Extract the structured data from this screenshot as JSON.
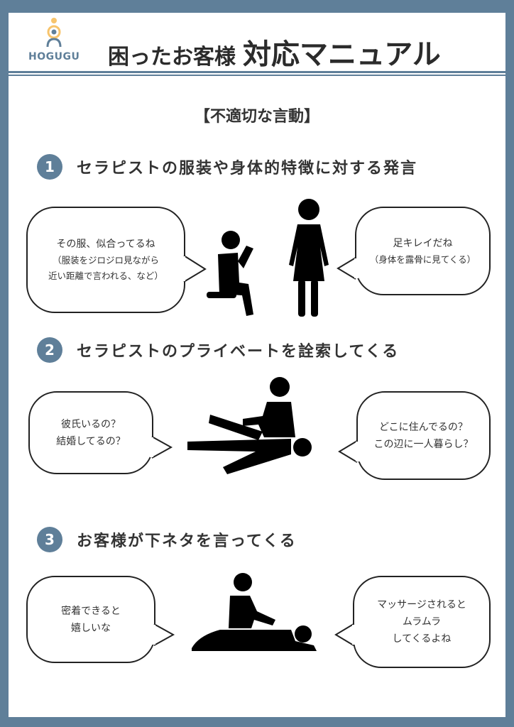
{
  "header": {
    "logo_text": "HOGUGU",
    "title_prefix": "困ったお客様",
    "title_main": "対応マニュアル"
  },
  "category": "【不適切な言動】",
  "sections": [
    {
      "number": "1",
      "title": "セラピストの服装や身体的特徴に対する発言",
      "left_bubble": {
        "line1": "その服、似合ってるね",
        "line2": "（服装をジロジロ見ながら",
        "line3": "近い距離で言われる、など）"
      },
      "right_bubble": {
        "line1": "足キレイだね",
        "line2": "（身体を露骨に見てくる）"
      }
    },
    {
      "number": "2",
      "title": "セラピストのプライベートを詮索してくる",
      "left_bubble": {
        "line1": "彼氏いるの？",
        "line2": "結婚してるの？"
      },
      "right_bubble": {
        "line1": "どこに住んでるの？",
        "line2": "この辺に一人暮らし？"
      }
    },
    {
      "number": "3",
      "title": "お客様が下ネタを言ってくる",
      "left_bubble": {
        "line1": "密着できると",
        "line2": "嬉しいな"
      },
      "right_bubble": {
        "line1": "マッサージされると",
        "line2": "ムラムラ",
        "line3": "してくるよね"
      }
    }
  ],
  "colors": {
    "frame": "#5f7f99",
    "logo_accent": "#f7c46c"
  }
}
